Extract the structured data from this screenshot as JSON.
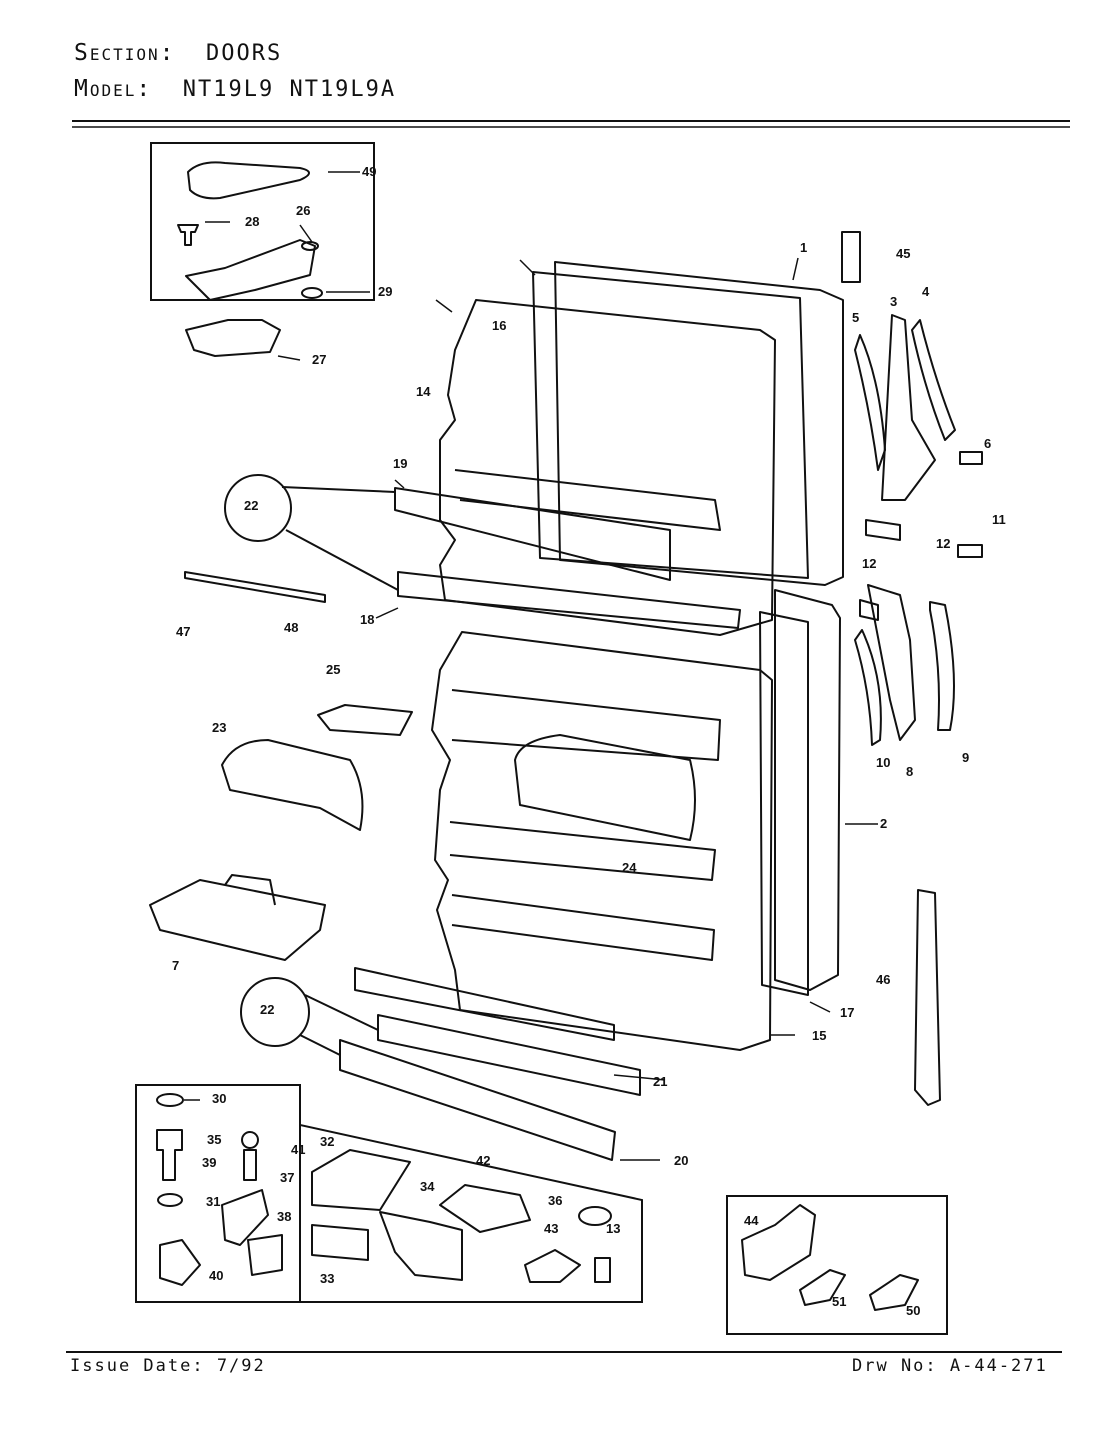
{
  "header": {
    "section_label": "Section:",
    "section_value": "DOORS",
    "model_label": "Model:",
    "model_values": "NT19L9  NT19L9A"
  },
  "footer": {
    "issue_date": "Issue Date: 7/92",
    "drawing_number": "Drw No: A-44-271"
  },
  "part_callouts": [
    "1",
    "2",
    "3",
    "4",
    "5",
    "6",
    "7",
    "8",
    "9",
    "10",
    "11",
    "12",
    "12",
    "13",
    "14",
    "15",
    "16",
    "17",
    "18",
    "19",
    "20",
    "21",
    "22",
    "22",
    "23",
    "24",
    "25",
    "26",
    "27",
    "28",
    "29",
    "30",
    "31",
    "32",
    "33",
    "34",
    "35",
    "36",
    "37",
    "38",
    "39",
    "40",
    "41",
    "42",
    "43",
    "44",
    "45",
    "46",
    "47",
    "48",
    "49",
    "50",
    "51"
  ],
  "icons": [
    "hinge-kit-inset-box",
    "bottom-hinge-inset-box",
    "handle-bracket-inset-box"
  ]
}
